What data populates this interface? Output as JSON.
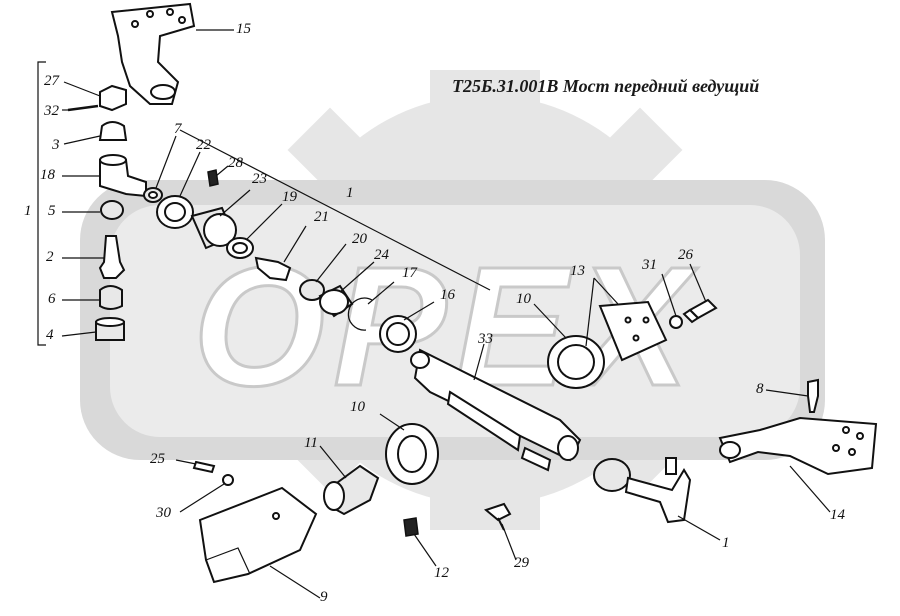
{
  "title": "Т25Б.31.001В Мост передний ведущий",
  "watermark": {
    "text": "OPEX",
    "color": "#d4d4d4"
  },
  "labels": {
    "l15": "15",
    "l27": "27",
    "l32": "32",
    "l3": "3",
    "l18": "18",
    "l1a": "1",
    "l5": "5",
    "l2": "2",
    "l6": "6",
    "l4": "4",
    "l7": "7",
    "l22": "22",
    "l28": "28",
    "l23": "23",
    "l19": "19",
    "l21": "21",
    "l1b": "1",
    "l20": "20",
    "l24": "24",
    "l17": "17",
    "l16": "16",
    "l33": "33",
    "l13": "13",
    "l10a": "10",
    "l31": "31",
    "l26": "26",
    "l8": "8",
    "l10b": "10",
    "l11": "11",
    "l25": "25",
    "l30": "30",
    "l9": "9",
    "l12": "12",
    "l29": "29",
    "l1c": "1",
    "l14": "14"
  }
}
